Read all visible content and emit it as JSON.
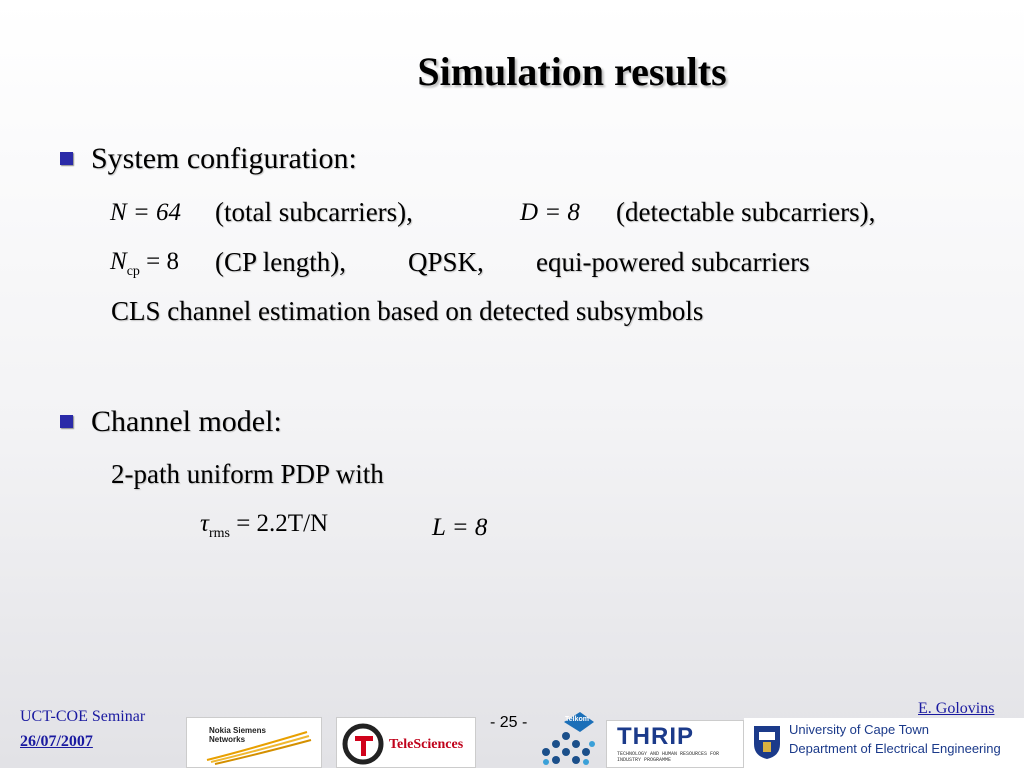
{
  "slide": {
    "title": "Simulation results",
    "bullets": [
      {
        "heading": "System configuration:",
        "lines": [
          {
            "math1": "N = 64",
            "text1": "(total subcarriers),",
            "math2": "D = 8",
            "text2": "(detectable subcarriers),"
          },
          {
            "math1_base": "N",
            "math1_sub": "cp",
            "math1_rest": " = 8",
            "text1": "(CP length),",
            "text2": "QPSK,",
            "text3": "equi-powered subcarriers"
          },
          {
            "text": "CLS channel estimation based on detected subsymbols"
          }
        ]
      },
      {
        "heading": "Channel model:",
        "lines": [
          {
            "text": "2-path uniform PDP with"
          },
          {
            "math1_base": "τ",
            "math1_sub": "rms",
            "math1_rest": " = 2.2T/N",
            "math2": "L = 8"
          }
        ]
      }
    ]
  },
  "footer": {
    "seminar": "UCT-COE Seminar",
    "date": "26/07/2007",
    "page": "- 25 -",
    "author": "E. Golovins",
    "logos": {
      "nsn": "Nokia Siemens Networks",
      "telesciences": "TeleSciences",
      "telkom": "Telkom",
      "thrip": "THRIP",
      "thrip_sub": "TECHNOLOGY AND HUMAN RESOURCES FOR INDUSTRY PROGRAMME",
      "uct_line1": "University of Cape Town",
      "uct_line2": "Department of Electrical Engineering"
    }
  },
  "colors": {
    "bullet": "#2a2aa8",
    "footer_text": "#1a1aa0",
    "nsn_wave": "#e8a000",
    "thrip_blue": "#1b3a8a"
  }
}
